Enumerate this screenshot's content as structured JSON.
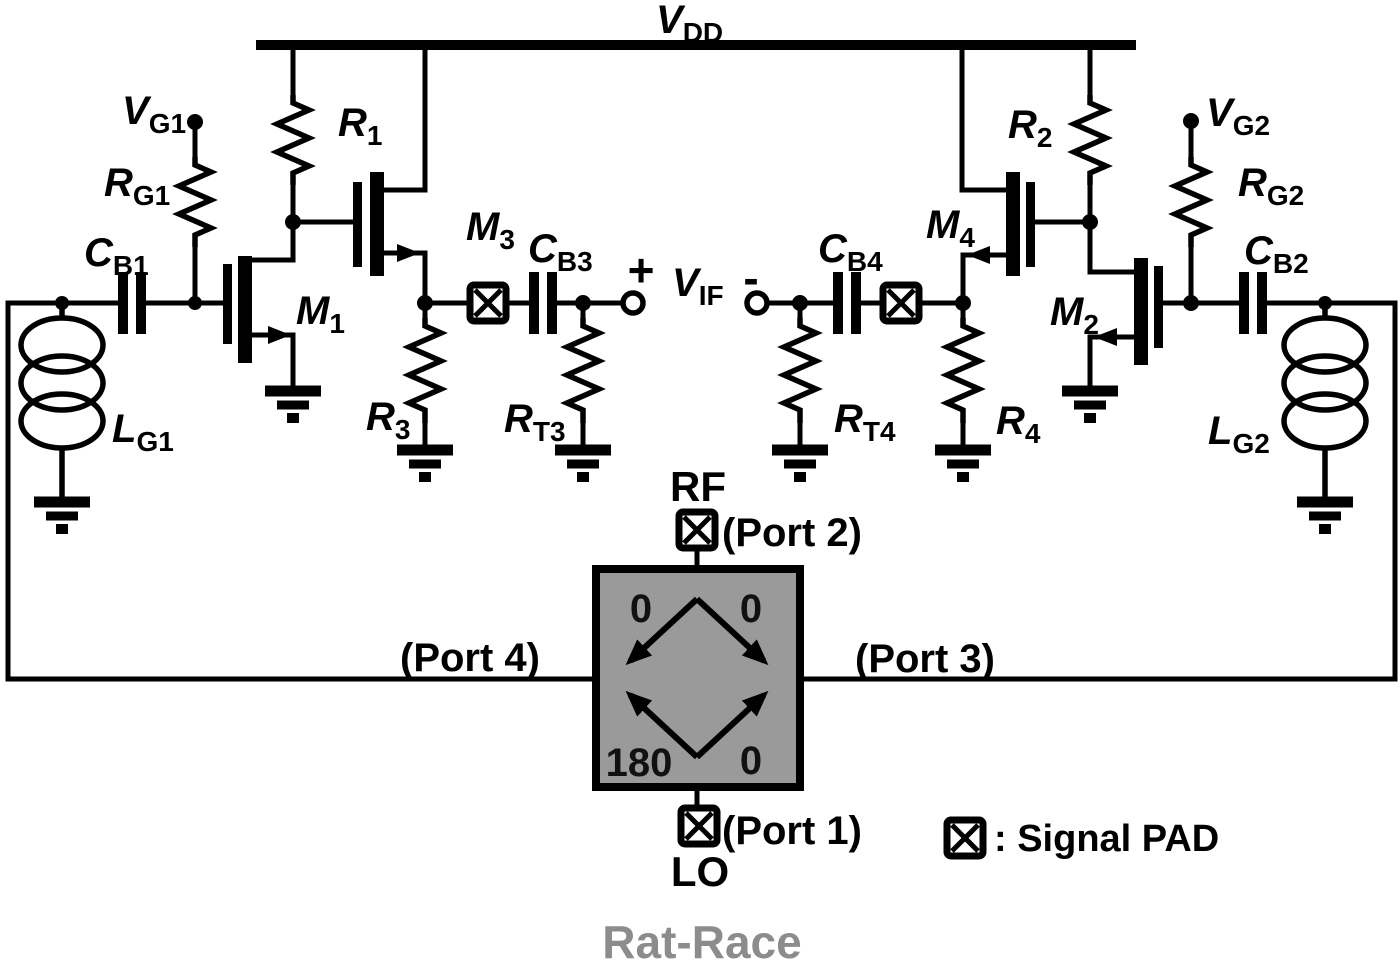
{
  "title": "Mixer schematic with Rat-Race coupler",
  "colors": {
    "ink": "#000000",
    "rat_race_fill": "#9a9a9a",
    "rat_race_text": "#8c8c8c"
  },
  "labels": {
    "vdd": {
      "main": "V",
      "sub": "DD"
    },
    "vg1": {
      "main": "V",
      "sub": "G1"
    },
    "rg1": {
      "main": "R",
      "sub": "G1"
    },
    "cb1": {
      "main": "C",
      "sub": "B1"
    },
    "lg1": {
      "main": "L",
      "sub": "G1"
    },
    "m1": {
      "main": "M",
      "sub": "1"
    },
    "r1": {
      "main": "R",
      "sub": "1"
    },
    "m3": {
      "main": "M",
      "sub": "3"
    },
    "r3": {
      "main": "R",
      "sub": "3"
    },
    "cb3": {
      "main": "C",
      "sub": "B3"
    },
    "rt3": {
      "main": "R",
      "sub": "T3"
    },
    "vif": {
      "main": "V",
      "sub": "IF"
    },
    "plus": "+",
    "minus": "-",
    "cb4": {
      "main": "C",
      "sub": "B4"
    },
    "rt4": {
      "main": "R",
      "sub": "T4"
    },
    "m4": {
      "main": "M",
      "sub": "4"
    },
    "r4": {
      "main": "R",
      "sub": "4"
    },
    "r2": {
      "main": "R",
      "sub": "2"
    },
    "m2": {
      "main": "M",
      "sub": "2"
    },
    "vg2": {
      "main": "V",
      "sub": "G2"
    },
    "rg2": {
      "main": "R",
      "sub": "G2"
    },
    "cb2": {
      "main": "C",
      "sub": "B2"
    },
    "lg2": {
      "main": "L",
      "sub": "G2"
    }
  },
  "rat_race": {
    "name": "Rat-Race",
    "rf_label": "RF",
    "lo_label": "LO",
    "ports": {
      "p1": "(Port 1)",
      "p2": "(Port 2)",
      "p3": "(Port 3)",
      "p4": "(Port 4)"
    },
    "phases": {
      "top_left": "0",
      "top_right": "0",
      "bottom_left": "180",
      "bottom_right": "0"
    }
  },
  "legend": {
    "meaning": ": Signal PAD"
  }
}
